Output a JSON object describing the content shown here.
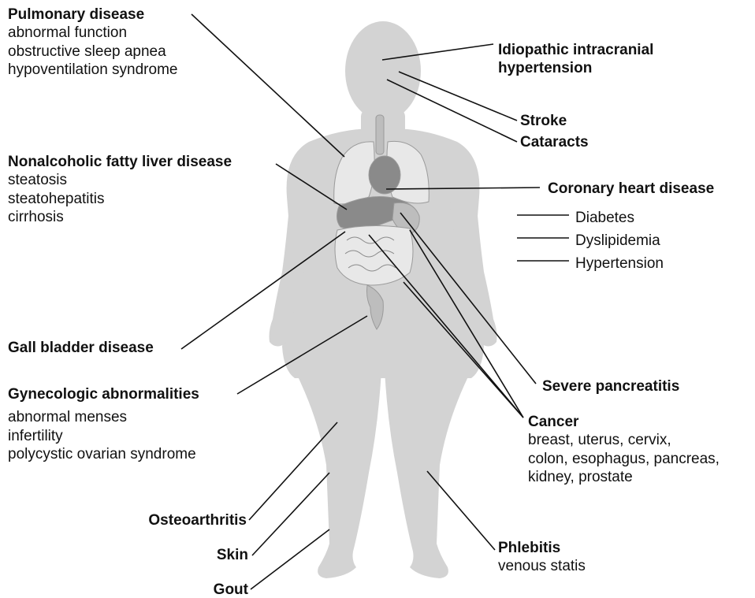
{
  "colors": {
    "silhouette": "#d3d3d3",
    "organ_light": "#e8e8e8",
    "organ_mid": "#bdbdbd",
    "organ_dark": "#8a8a8a",
    "leader_line": "#111111"
  },
  "labels": {
    "pulmonary": {
      "title": "Pulmonary disease",
      "items": [
        "abnormal function",
        "obstructive sleep apnea",
        "hypoventilation syndrome"
      ]
    },
    "nafld": {
      "title": "Nonalcoholic fatty liver disease",
      "items": [
        "steatosis",
        "steatohepatitis",
        "cirrhosis"
      ]
    },
    "gall_bladder": {
      "title": "Gall bladder disease"
    },
    "gynecologic": {
      "title": "Gynecologic abnormalities",
      "items": [
        "abnormal menses",
        "infertility",
        "polycystic ovarian syndrome"
      ]
    },
    "osteoarthritis": {
      "title": "Osteoarthritis"
    },
    "skin": {
      "title": "Skin"
    },
    "gout": {
      "title": "Gout"
    },
    "iih": {
      "title_line1": "Idiopathic intracranial",
      "title_line2": "hypertension"
    },
    "stroke": {
      "title": "Stroke"
    },
    "cataracts": {
      "title": "Cataracts"
    },
    "coronary": {
      "title": "Coronary heart disease",
      "risk_factors": [
        "Diabetes",
        "Dyslipidemia",
        "Hypertension"
      ]
    },
    "pancreatitis": {
      "title": "Severe pancreatitis"
    },
    "cancer": {
      "title": "Cancer",
      "items": [
        "breast, uterus, cervix,",
        "colon, esophagus, pancreas,",
        "kidney, prostate"
      ]
    },
    "phlebitis": {
      "title": "Phlebitis",
      "items": [
        "venous statis"
      ]
    }
  }
}
